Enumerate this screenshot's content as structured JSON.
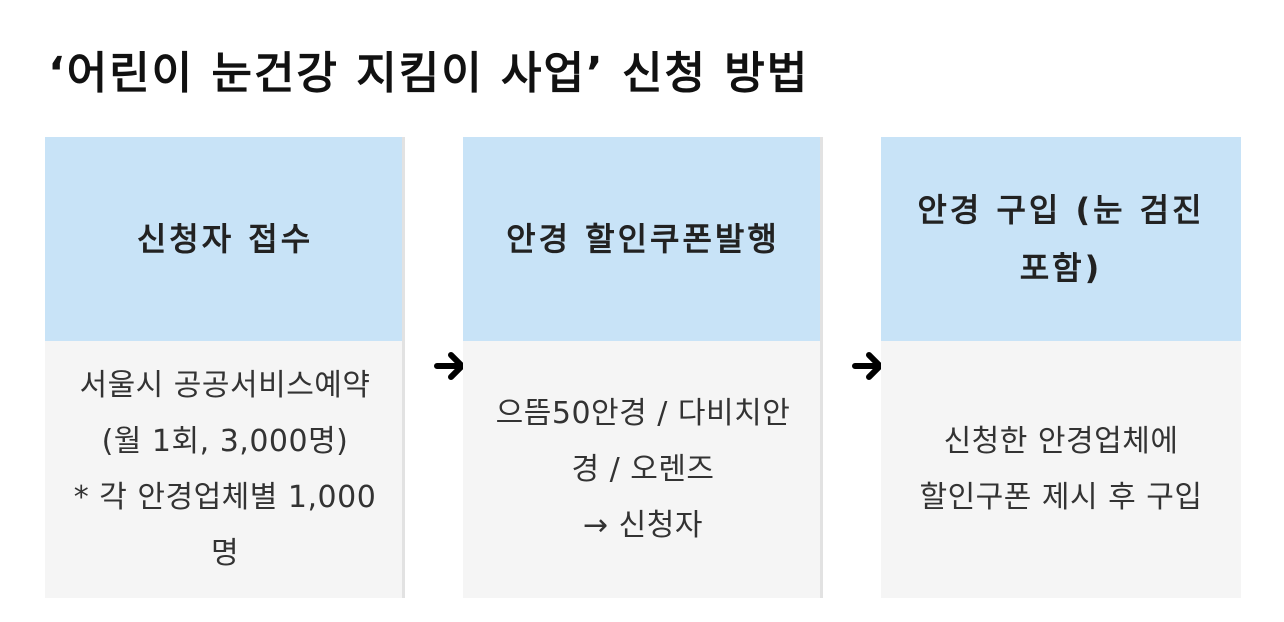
{
  "title": "‘어린이 눈건강 지킴이 사업’ 신청 방법",
  "steps": [
    {
      "header": "신청자 접수",
      "body": [
        "서울시 공공서비스예약",
        "(월 1회, 3,000명)",
        "* 각 안경업체별 1,000",
        "명"
      ]
    },
    {
      "header": "안경 할인쿠폰발행",
      "body": [
        "으뜸50안경 / 다비치안",
        "경 / 오렌즈",
        "→ 신청자"
      ]
    },
    {
      "header": "안경 구입 (눈 검진 포함)",
      "body": [
        "신청한 안경업체에",
        "할인구폰 제시 후 구입"
      ]
    }
  ],
  "colors": {
    "header_bg": "#c8e3f7",
    "body_bg": "#f5f5f5",
    "arrow": "#000000"
  },
  "icons": {
    "step_connector": "arrow-right-icon"
  }
}
